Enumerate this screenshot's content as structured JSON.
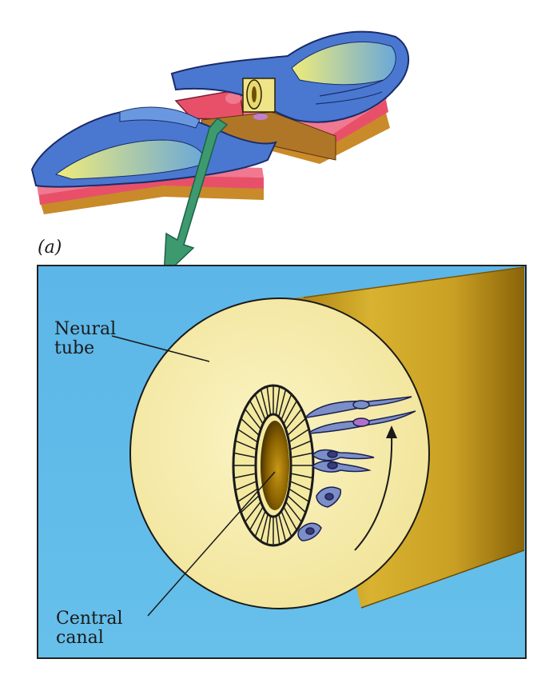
{
  "panel_label": "(a)",
  "labels": {
    "neural_tube": [
      "Neural",
      "tube"
    ],
    "central_canal": [
      "Central",
      "canal"
    ]
  },
  "colors": {
    "background_blue": "#5fb8e6",
    "tube_face": "#f7eeb0",
    "tube_side": "#c9a020",
    "canal_dark": "#6b4e00",
    "arrow_green": "#3c9a6e",
    "embryo_blue": "#4a78d0",
    "embryo_red": "#e8506a",
    "embryo_yellow": "#e8e070",
    "cell_blue": "#7c8ec8"
  },
  "icons": [
    "green-arrow-icon",
    "embryo-icon",
    "neural-cell-icon",
    "migration-arrow-icon"
  ]
}
